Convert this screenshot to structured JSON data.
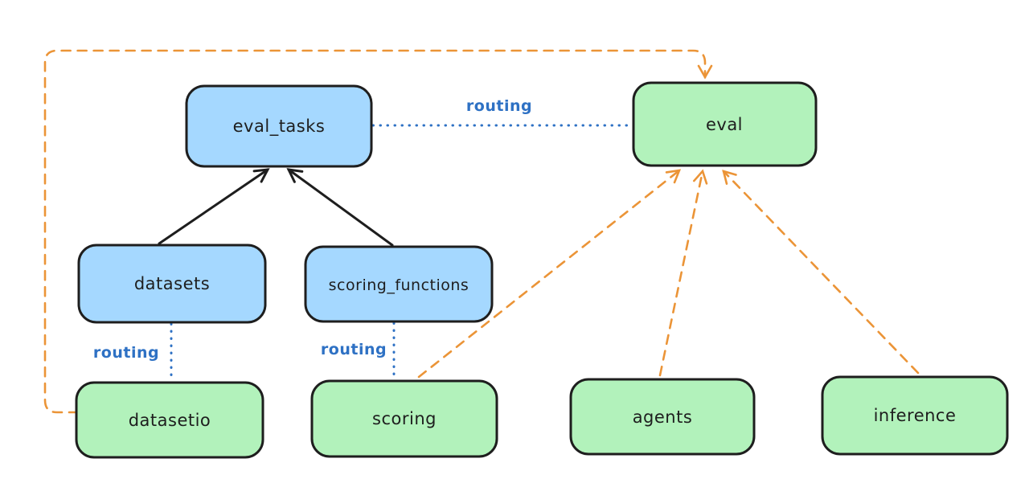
{
  "diagram": {
    "colors": {
      "background": "#ffffff",
      "blue_fill": "#a5d8ff",
      "green_fill": "#b2f2bb",
      "node_stroke": "#1e1e1e",
      "routing_blue": "#2e71c4",
      "orange": "#eb9437",
      "black_edge": "#1e1e1e"
    },
    "nodes": {
      "eval_tasks": {
        "label": "eval_tasks",
        "fill": "#a5d8ff"
      },
      "eval": {
        "label": "eval",
        "fill": "#b2f2bb"
      },
      "datasets": {
        "label": "datasets",
        "fill": "#a5d8ff"
      },
      "scoring_functions": {
        "label": "scoring_functions",
        "fill": "#a5d8ff"
      },
      "datasetio": {
        "label": "datasetio",
        "fill": "#b2f2bb"
      },
      "scoring": {
        "label": "scoring",
        "fill": "#b2f2bb"
      },
      "agents": {
        "label": "agents",
        "fill": "#b2f2bb"
      },
      "inference": {
        "label": "inference",
        "fill": "#b2f2bb"
      }
    },
    "edges": [
      {
        "from": "datasets",
        "to": "eval_tasks",
        "style": "solid-black-arrow",
        "label": ""
      },
      {
        "from": "scoring_functions",
        "to": "eval_tasks",
        "style": "solid-black-arrow",
        "label": ""
      },
      {
        "from": "eval_tasks",
        "to": "eval",
        "style": "dotted-blue",
        "label": "routing"
      },
      {
        "from": "datasets",
        "to": "datasetio",
        "style": "dotted-blue",
        "label": "routing"
      },
      {
        "from": "scoring_functions",
        "to": "scoring",
        "style": "dotted-blue",
        "label": "routing"
      },
      {
        "from": "datasetio",
        "to": "eval",
        "style": "dashed-orange-arrow",
        "label": ""
      },
      {
        "from": "scoring",
        "to": "eval",
        "style": "dashed-orange-arrow",
        "label": ""
      },
      {
        "from": "agents",
        "to": "eval",
        "style": "dashed-orange-arrow",
        "label": ""
      },
      {
        "from": "inference",
        "to": "eval",
        "style": "dashed-orange-arrow",
        "label": ""
      }
    ]
  }
}
